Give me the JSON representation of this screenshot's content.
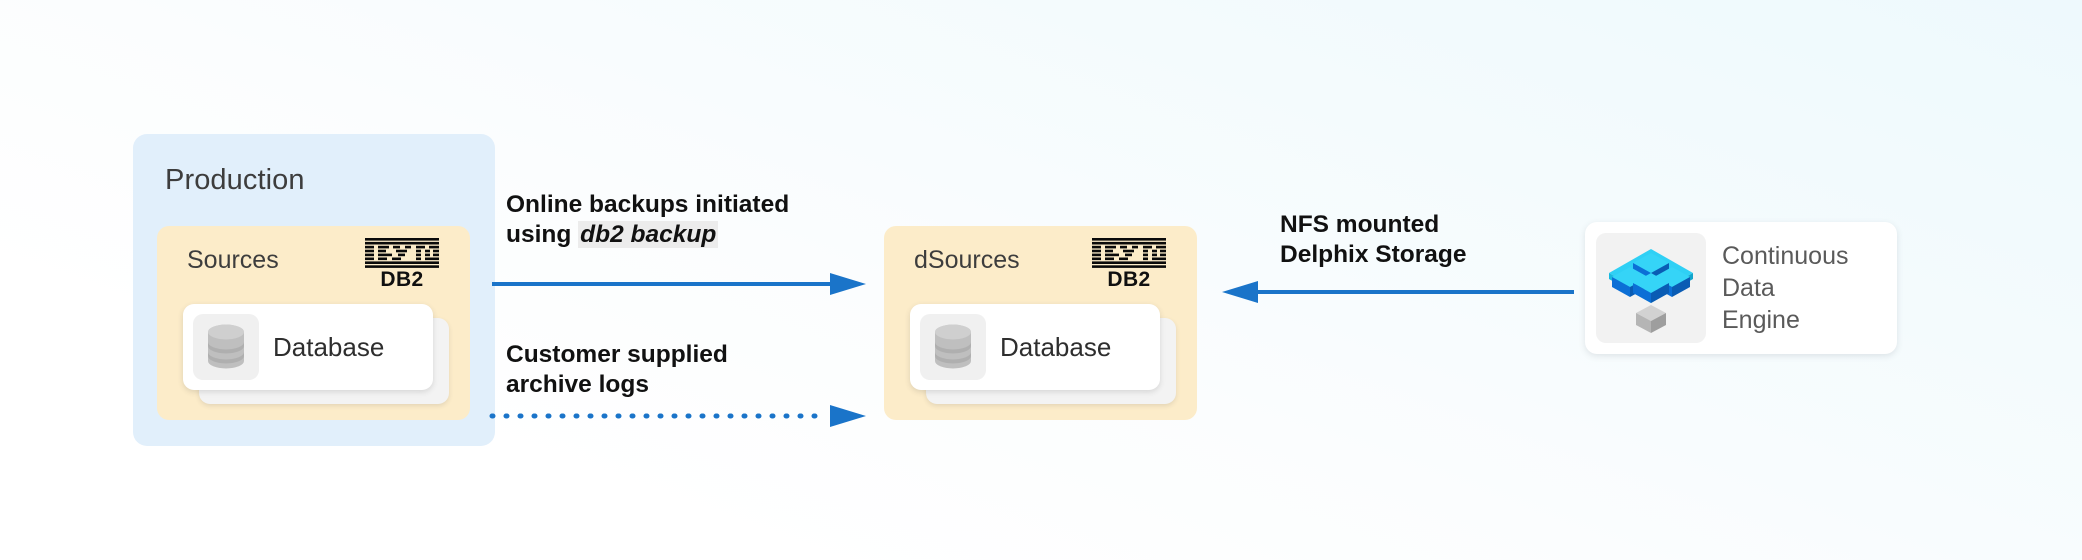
{
  "colors": {
    "background_top": "#eef9fd",
    "background_bottom": "#ffffff",
    "production_panel": "#e1effb",
    "group_box": "#fcecc9",
    "arrow_blue": "#1a74c9",
    "engine_cyan": "#25c6f0",
    "engine_blue": "#0d6fd4",
    "code_highlight": "#ececec",
    "db_cylinder_gray": "#b9b9b9",
    "text_dark": "#3d3d3d",
    "text_muted": "#5a5a5a"
  },
  "production": {
    "title": "Production",
    "sources": {
      "label": "Sources",
      "vendor_logo": {
        "mark": "IBM",
        "product": "DB2",
        "icon": "ibm-logo-icon"
      },
      "card": {
        "label": "Database",
        "icon": "database-cylinder-icon"
      }
    }
  },
  "target": {
    "dsources": {
      "label": "dSources",
      "vendor_logo": {
        "mark": "IBM",
        "product": "DB2",
        "icon": "ibm-logo-icon"
      },
      "card": {
        "label": "Database",
        "icon": "database-cylinder-icon"
      }
    }
  },
  "flows": {
    "online_backup": {
      "line1": "Online backups initiated",
      "line2_prefix": "using ",
      "line2_code": "db2 backup",
      "arrow": {
        "direction": "right",
        "style": "solid",
        "icon": "arrow-right-icon"
      }
    },
    "archive_logs": {
      "line1": "Customer supplied",
      "line2": "archive logs",
      "arrow": {
        "direction": "right",
        "style": "dotted",
        "icon": "arrow-right-dotted-icon"
      }
    },
    "nfs_mount": {
      "line1": "NFS mounted",
      "line2": "Delphix Storage",
      "arrow": {
        "direction": "left",
        "style": "solid",
        "icon": "arrow-left-icon"
      }
    }
  },
  "engine": {
    "icon": "continuous-data-engine-icon",
    "line1": "Continuous",
    "line2": "Data",
    "line3": "Engine"
  }
}
